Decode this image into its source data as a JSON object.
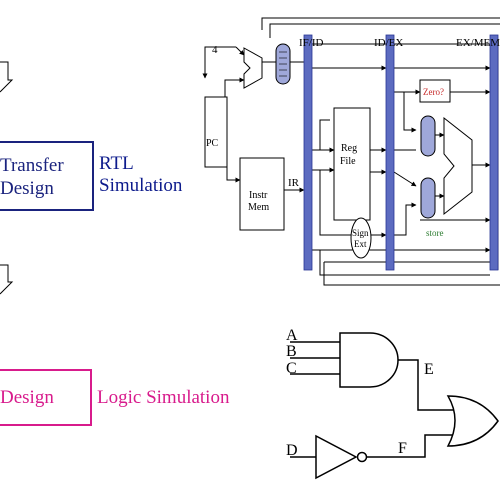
{
  "left_panel": {
    "rtl_box": {
      "line1": "Transfer",
      "line2": "Design",
      "color": "#1a237e"
    },
    "rtl_sim": {
      "line1": "RTL",
      "line2": "Simulation",
      "color": "#0d1b8c"
    },
    "logic_box": {
      "line1": "Design",
      "color": "#d81b8c"
    },
    "logic_sim": {
      "label": "Logic Simulation",
      "color": "#d81b8c"
    }
  },
  "datapath": {
    "stages": [
      "IF/ID",
      "ID/EX",
      "EX/MEM"
    ],
    "const_four": "4",
    "pc": "PC",
    "instr_mem": {
      "line1": "Instr",
      "line2": "Mem"
    },
    "ir": "IR",
    "reg_file": {
      "line1": "Reg",
      "line2": "File"
    },
    "sign_ext": {
      "line1": "Sign",
      "line2": "Ext"
    },
    "zero": "Zero?",
    "store": "store",
    "pipeline_color": "#5c6bc0",
    "zero_color": "#c62828",
    "store_color": "#2e7d32"
  },
  "logic": {
    "inputs": [
      "A",
      "B",
      "C",
      "D"
    ],
    "wires": [
      "E",
      "F"
    ]
  }
}
